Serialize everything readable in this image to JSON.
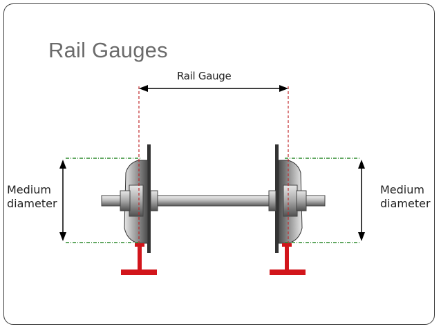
{
  "slide": {
    "title": "Rail Gauges"
  },
  "diagram": {
    "gauge_label": "Rail Gauge",
    "left_label_line1": "Medium",
    "left_label_line2": "diameter",
    "right_label_line1": "Medium",
    "right_label_line2": "diameter"
  },
  "colors": {
    "title": "#6b6b6b",
    "rail": "#d2151b",
    "gauge_line": "#c0282b",
    "diameter_line": "#2e8b2e",
    "wheel_dark": "#555555",
    "wheel_light": "#d8d8d8"
  }
}
